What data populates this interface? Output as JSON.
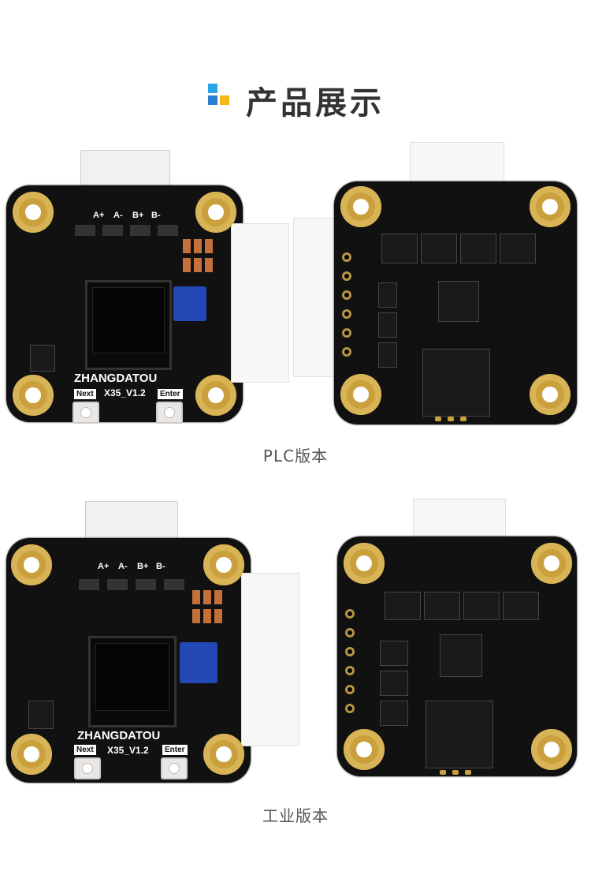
{
  "header": {
    "title": "产品展示"
  },
  "captions": {
    "plc": "PLC版本",
    "industrial": "工业版本"
  },
  "board_front": {
    "brand": "ZHANGDATOU",
    "model": "X35_V1.2",
    "next_label": "Next",
    "enter_label": "Enter",
    "pins": [
      "A+",
      "A-",
      "B+",
      "B-"
    ]
  }
}
